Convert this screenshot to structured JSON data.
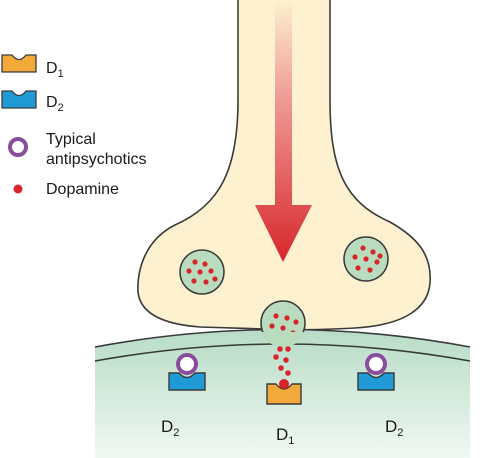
{
  "legend": {
    "d1": {
      "label": "D",
      "sub": "1",
      "icon": "d1-receptor-icon"
    },
    "d2": {
      "label": "D",
      "sub": "2",
      "icon": "d2-receptor-icon"
    },
    "antipsychotic": {
      "line1": "Typical",
      "line2": "antipsychotics",
      "icon": "typical-antipsychotic-icon"
    },
    "dopamine": {
      "label": "Dopamine",
      "icon": "dopamine-dot-icon"
    }
  },
  "receptors": {
    "left": {
      "label": "D",
      "sub": "2"
    },
    "center": {
      "label": "D",
      "sub": "1"
    },
    "right": {
      "label": "D",
      "sub": "2"
    }
  },
  "colors": {
    "axon": "#fdf1cf",
    "outline": "#3a3a3a",
    "vesicle": "#b9dcbf",
    "dopamine": "#d7262b",
    "membrane": "#cfe6d8",
    "d1": "#f3a93a",
    "d2": "#1f9ad6",
    "antipsychotic_ring": "#8a4c9c"
  }
}
